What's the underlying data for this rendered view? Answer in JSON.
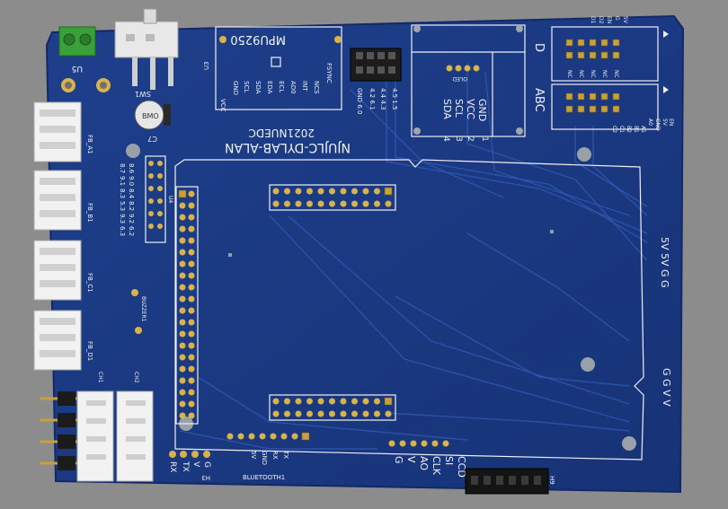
{
  "board": {
    "title": "NJUJLC-DYLAB-ALAN",
    "subtitle": "2021NUEDC",
    "colors": {
      "background": "#8c8c8c",
      "pcb": "#1d3b86",
      "silk": "#f0f0f0",
      "gold": "#d7b34a"
    }
  },
  "mpu": {
    "name": "MPU9250",
    "ref": "U3",
    "pins": [
      "VCC",
      "GND",
      "SCL",
      "SDA",
      "EDA",
      "ECL",
      "AD0",
      "INT",
      "NCS",
      "FSYNC"
    ]
  },
  "oled": {
    "label": "OLED",
    "pins": [
      "SDA",
      "SCL",
      "VCC",
      "GND"
    ],
    "numbers": [
      "4",
      "3",
      "2",
      "1"
    ],
    "letter_d": "D",
    "letter_abc": "ABC"
  },
  "header_ref": {
    "labels": [
      "GND 6.0",
      "4.2 6.1",
      "4.4 4.3",
      "4.5 1.5"
    ]
  },
  "driver": {
    "top_labels": [
      "5V",
      "G",
      "EN",
      "D2",
      "D1"
    ],
    "nc_labels": [
      "NC",
      "NC",
      "NC",
      "NC",
      "NC"
    ],
    "bottom_labels": [
      "5V",
      "EN",
      "GND",
      "A0",
      "A1",
      "B1",
      "B2",
      "C1",
      "C2"
    ]
  },
  "regulator": {
    "ref": "U5",
    "sub": "SW1"
  },
  "capacitor": {
    "ref": "C7",
    "text": "BMO"
  },
  "u4": {
    "ref": "U4",
    "labels_col1": [
      "8.6",
      "9.0",
      "8.4",
      "8.2",
      "9.2",
      "6.2"
    ],
    "labels_col2": [
      "8.7",
      "9.1",
      "8.3",
      "5.3",
      "9.3",
      "6.3"
    ]
  },
  "connectors": {
    "fb": [
      "FB_A1",
      "FB_B1",
      "FB_C1",
      "FB_D1"
    ],
    "ch": [
      "CH1",
      "CH2"
    ]
  },
  "buzzer": {
    "label": "BUZZER1"
  },
  "power_labels": {
    "top": "5V 5V G G",
    "bottom": "G G V V"
  },
  "h3": {
    "ref": "H3",
    "labels": [
      "G",
      "V",
      "TX",
      "RX"
    ]
  },
  "bluetooth": {
    "label": "BLUETOOTH1",
    "pins": [
      "5V",
      "GND",
      "RX",
      "TX"
    ]
  },
  "ccd": {
    "labels": [
      "CCD",
      "SI",
      "CLK",
      "AO",
      "V",
      "G"
    ]
  },
  "h9": {
    "ref": "H9"
  }
}
